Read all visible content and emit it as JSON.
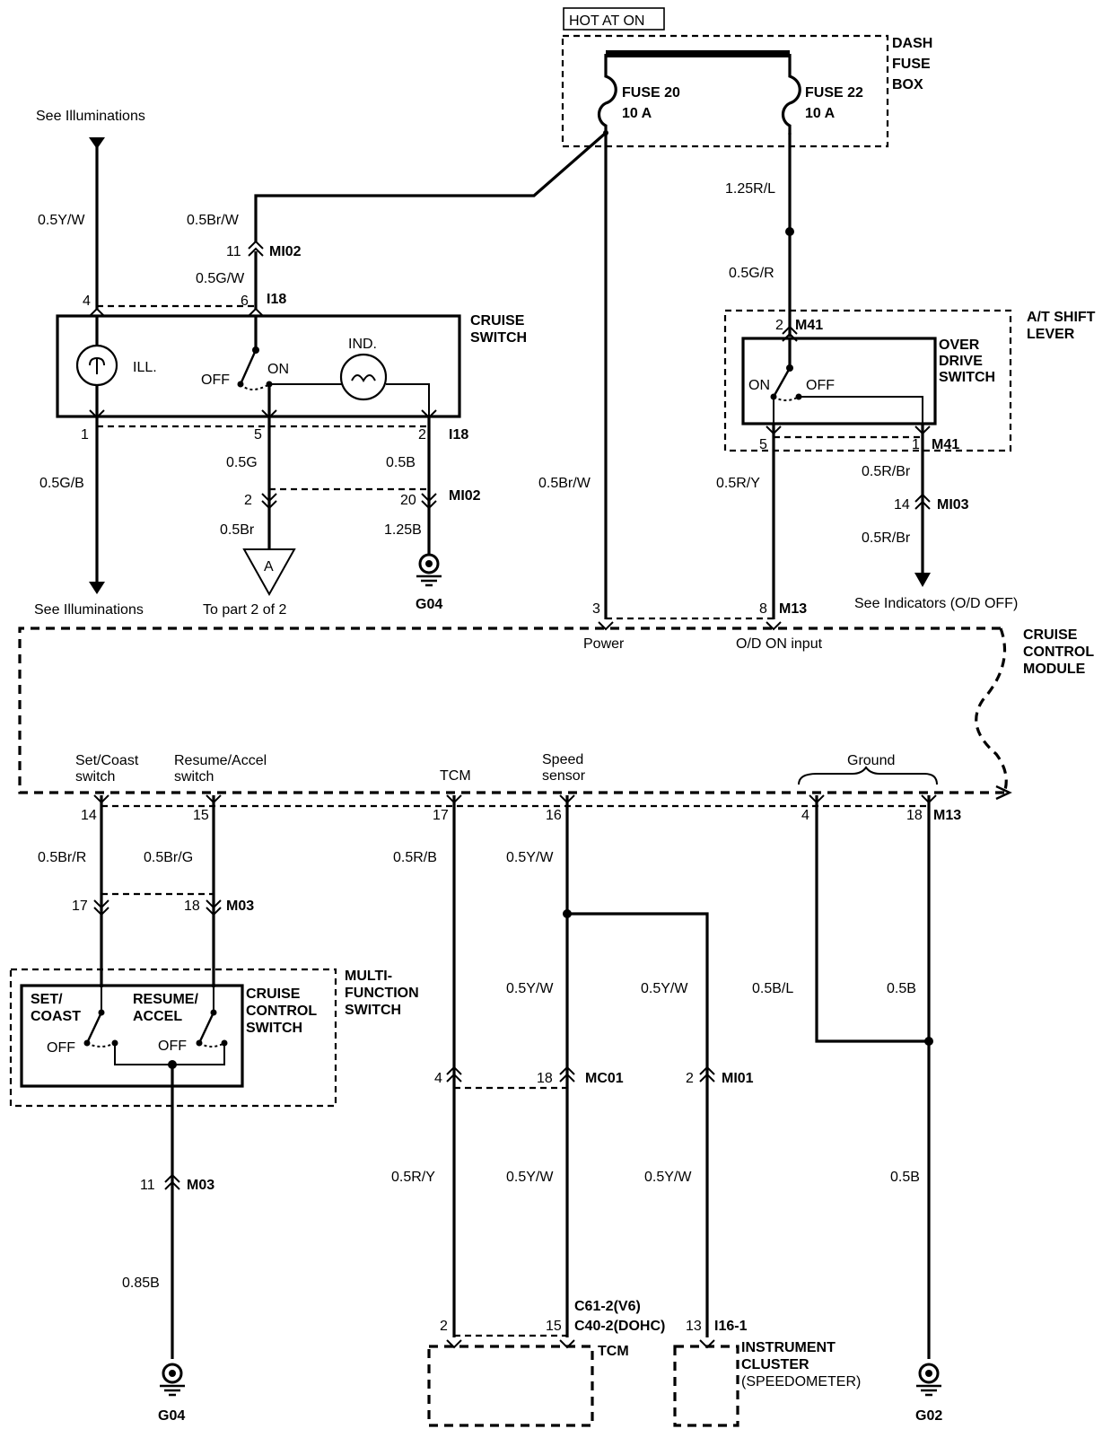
{
  "header": {
    "hot_label": "HOT AT ON"
  },
  "fuse_box": {
    "title_lines": [
      "DASH",
      "FUSE",
      "BOX"
    ],
    "fuses": [
      {
        "name": "FUSE 20",
        "rating": "10 A"
      },
      {
        "name": "FUSE 22",
        "rating": "10 A"
      }
    ]
  },
  "wires": {
    "y_w": "0.5Y/W",
    "br_w_top": "0.5Br/W",
    "g_w": "0.5G/W",
    "g_b": "0.5G/B",
    "g": "0.5G",
    "b": "0.5B",
    "br": "0.5Br",
    "b125": "1.25B",
    "br_w_pwr": "0.5Br/W",
    "r_l": "1.25R/L",
    "g_r": "0.5G/R",
    "r_y": "0.5R/Y",
    "r_br1": "0.5R/Br",
    "r_br2": "0.5R/Br",
    "br_r": "0.5Br/R",
    "br_g": "0.5Br/G",
    "r_b": "0.5R/B",
    "y_w_speed": "0.5Y/W",
    "y_w_mid1": "0.5Y/W",
    "y_w_mid2": "0.5Y/W",
    "b_l": "0.5B/L",
    "b_mid": "0.5B",
    "r_y_low": "0.5R/Y",
    "y_w_low1": "0.5Y/W",
    "y_w_low2": "0.5Y/W",
    "b_low": "0.5B",
    "b085": "0.85B"
  },
  "cruise_switch": {
    "title_lines": [
      "CRUISE",
      "SWITCH"
    ],
    "ill": "ILL.",
    "ind": "IND.",
    "off": "OFF",
    "on": "ON"
  },
  "connectors": {
    "mi02_top": {
      "pin": "11",
      "name": "MI02"
    },
    "i18_top": {
      "pin4": "4",
      "pin6": "6",
      "name": "I18"
    },
    "i18_bot": {
      "pin1": "1",
      "pin5": "5",
      "pin2": "2",
      "name": "I18"
    },
    "mi02_mid": {
      "pin2": "2",
      "pin20": "20",
      "name": "MI02"
    },
    "m41_top": {
      "pin": "2",
      "name": "M41"
    },
    "m41_bot": {
      "pin5": "5",
      "pin1": "1",
      "name": "M41"
    },
    "mi03": {
      "pin": "14",
      "name": "MI03"
    },
    "m13_top": {
      "pin3": "3",
      "pin8": "8",
      "name": "M13"
    },
    "m13_bot": {
      "pin14": "14",
      "pin15": "15",
      "pin17": "17",
      "pin16": "16",
      "pin4": "4",
      "pin18": "18",
      "name": "M13"
    },
    "m03_top": {
      "pin17": "17",
      "pin18": "18",
      "name": "M03"
    },
    "m03_bot": {
      "pin": "11",
      "name": "M03"
    },
    "mc01": {
      "pin4": "4",
      "pin18": "18",
      "name": "MC01"
    },
    "mi01": {
      "pin": "2",
      "name": "MI01"
    },
    "tcm_conn": {
      "pin2": "2",
      "pin15": "15",
      "name1": "C61-2(V6)",
      "name2": "C40-2(DOHC)"
    },
    "i16": {
      "pin": "13",
      "name": "I16-1"
    }
  },
  "refs": {
    "see_ill_top": "See Illuminations",
    "see_ill_bot": "See Illuminations",
    "to_part": "To part 2 of 2",
    "part_letter": "A",
    "see_indicators": "See Indicators (O/D OFF)"
  },
  "grounds": {
    "g04_top": "G04",
    "g04_bot": "G04",
    "g02": "G02"
  },
  "shift_lever": {
    "title_lines": [
      "A/T SHIFT",
      "LEVER"
    ],
    "switch_lines": [
      "OVER",
      "DRIVE",
      "SWITCH"
    ],
    "on": "ON",
    "off": "OFF"
  },
  "module": {
    "title_lines": [
      "CRUISE",
      "CONTROL",
      "MODULE"
    ],
    "power": "Power",
    "od_input": "O/D ON input",
    "set_coast": [
      "Set/Coast",
      "switch"
    ],
    "resume_accel": [
      "Resume/Accel",
      "switch"
    ],
    "tcm": "TCM",
    "speed_sensor": [
      "Speed",
      "sensor"
    ],
    "ground": "Ground"
  },
  "mfs": {
    "title_lines": [
      "MULTI-",
      "FUNCTION",
      "SWITCH"
    ],
    "ccs_lines": [
      "CRUISE",
      "CONTROL",
      "SWITCH"
    ],
    "set_lines": [
      "SET/",
      "COAST"
    ],
    "resume_lines": [
      "RESUME/",
      "ACCEL"
    ],
    "off1": "OFF",
    "off2": "OFF"
  },
  "tcm_box": {
    "label": "TCM"
  },
  "cluster": {
    "lines": [
      "INSTRUMENT",
      "CLUSTER",
      "(SPEEDOMETER)"
    ]
  }
}
